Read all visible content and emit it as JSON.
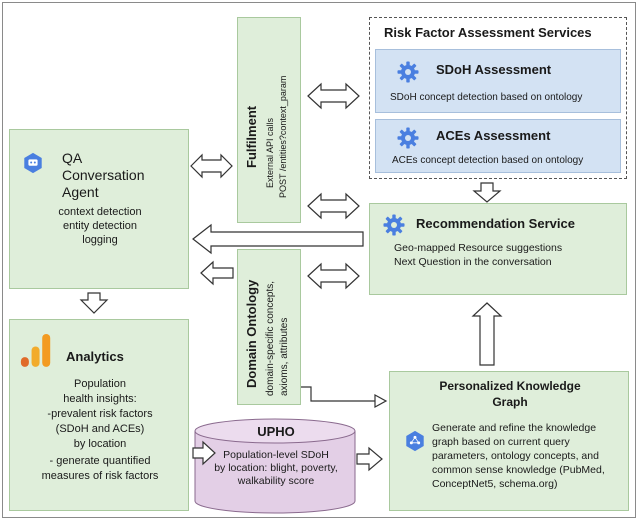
{
  "risk_services": {
    "title": "Risk Factor Assessment Services",
    "sdoh": {
      "title": "SDoH Assessment",
      "desc": "SDoH concept detection based on ontology"
    },
    "aces": {
      "title": "ACEs Assessment",
      "desc": "ACEs concept detection based on ontology"
    }
  },
  "fulfilment": {
    "title": "Fulfilment",
    "line1": "External API calls",
    "line2": "POST /entities?context_param"
  },
  "qa_agent": {
    "title_line1": "QA",
    "title_line2": "Conversation",
    "title_line3": "Agent",
    "items": [
      "context detection",
      "entity detection",
      "logging"
    ]
  },
  "recommendation": {
    "title": "Recommendation Service",
    "line1": "Geo-mapped Resource suggestions",
    "line2": "Next Question in the conversation"
  },
  "domain_ontology": {
    "title": "Domain Ontology",
    "line1": "domain-specific concepts,",
    "line2": "axioms, attributes"
  },
  "analytics": {
    "title": "Analytics",
    "lines": [
      "Population",
      "health insights:",
      "-prevalent risk factors",
      "(SDoH and ACEs)",
      "by location",
      "- generate quantified",
      "measures of risk factors"
    ]
  },
  "upho": {
    "title": "UPHO",
    "lines": [
      "Population-level SDoH",
      "by location: blight, poverty,",
      "walkability score"
    ]
  },
  "knowledge_graph": {
    "title_line1": "Personalized Knowledge",
    "title_line2": "Graph",
    "lines": [
      "Generate and refine the knowledge",
      "graph based on current query",
      "parameters, ontology concepts, and",
      "common sense knowledge (PubMed,",
      "ConceptNet5, schema.org)"
    ]
  },
  "colors": {
    "box_green": "#dfeeda",
    "box_blue": "#d3e2f3",
    "cylinder_purple": "#e3cfe6",
    "gear_blue": "#4a7fe0",
    "analytics_orange": "#f39b22"
  }
}
